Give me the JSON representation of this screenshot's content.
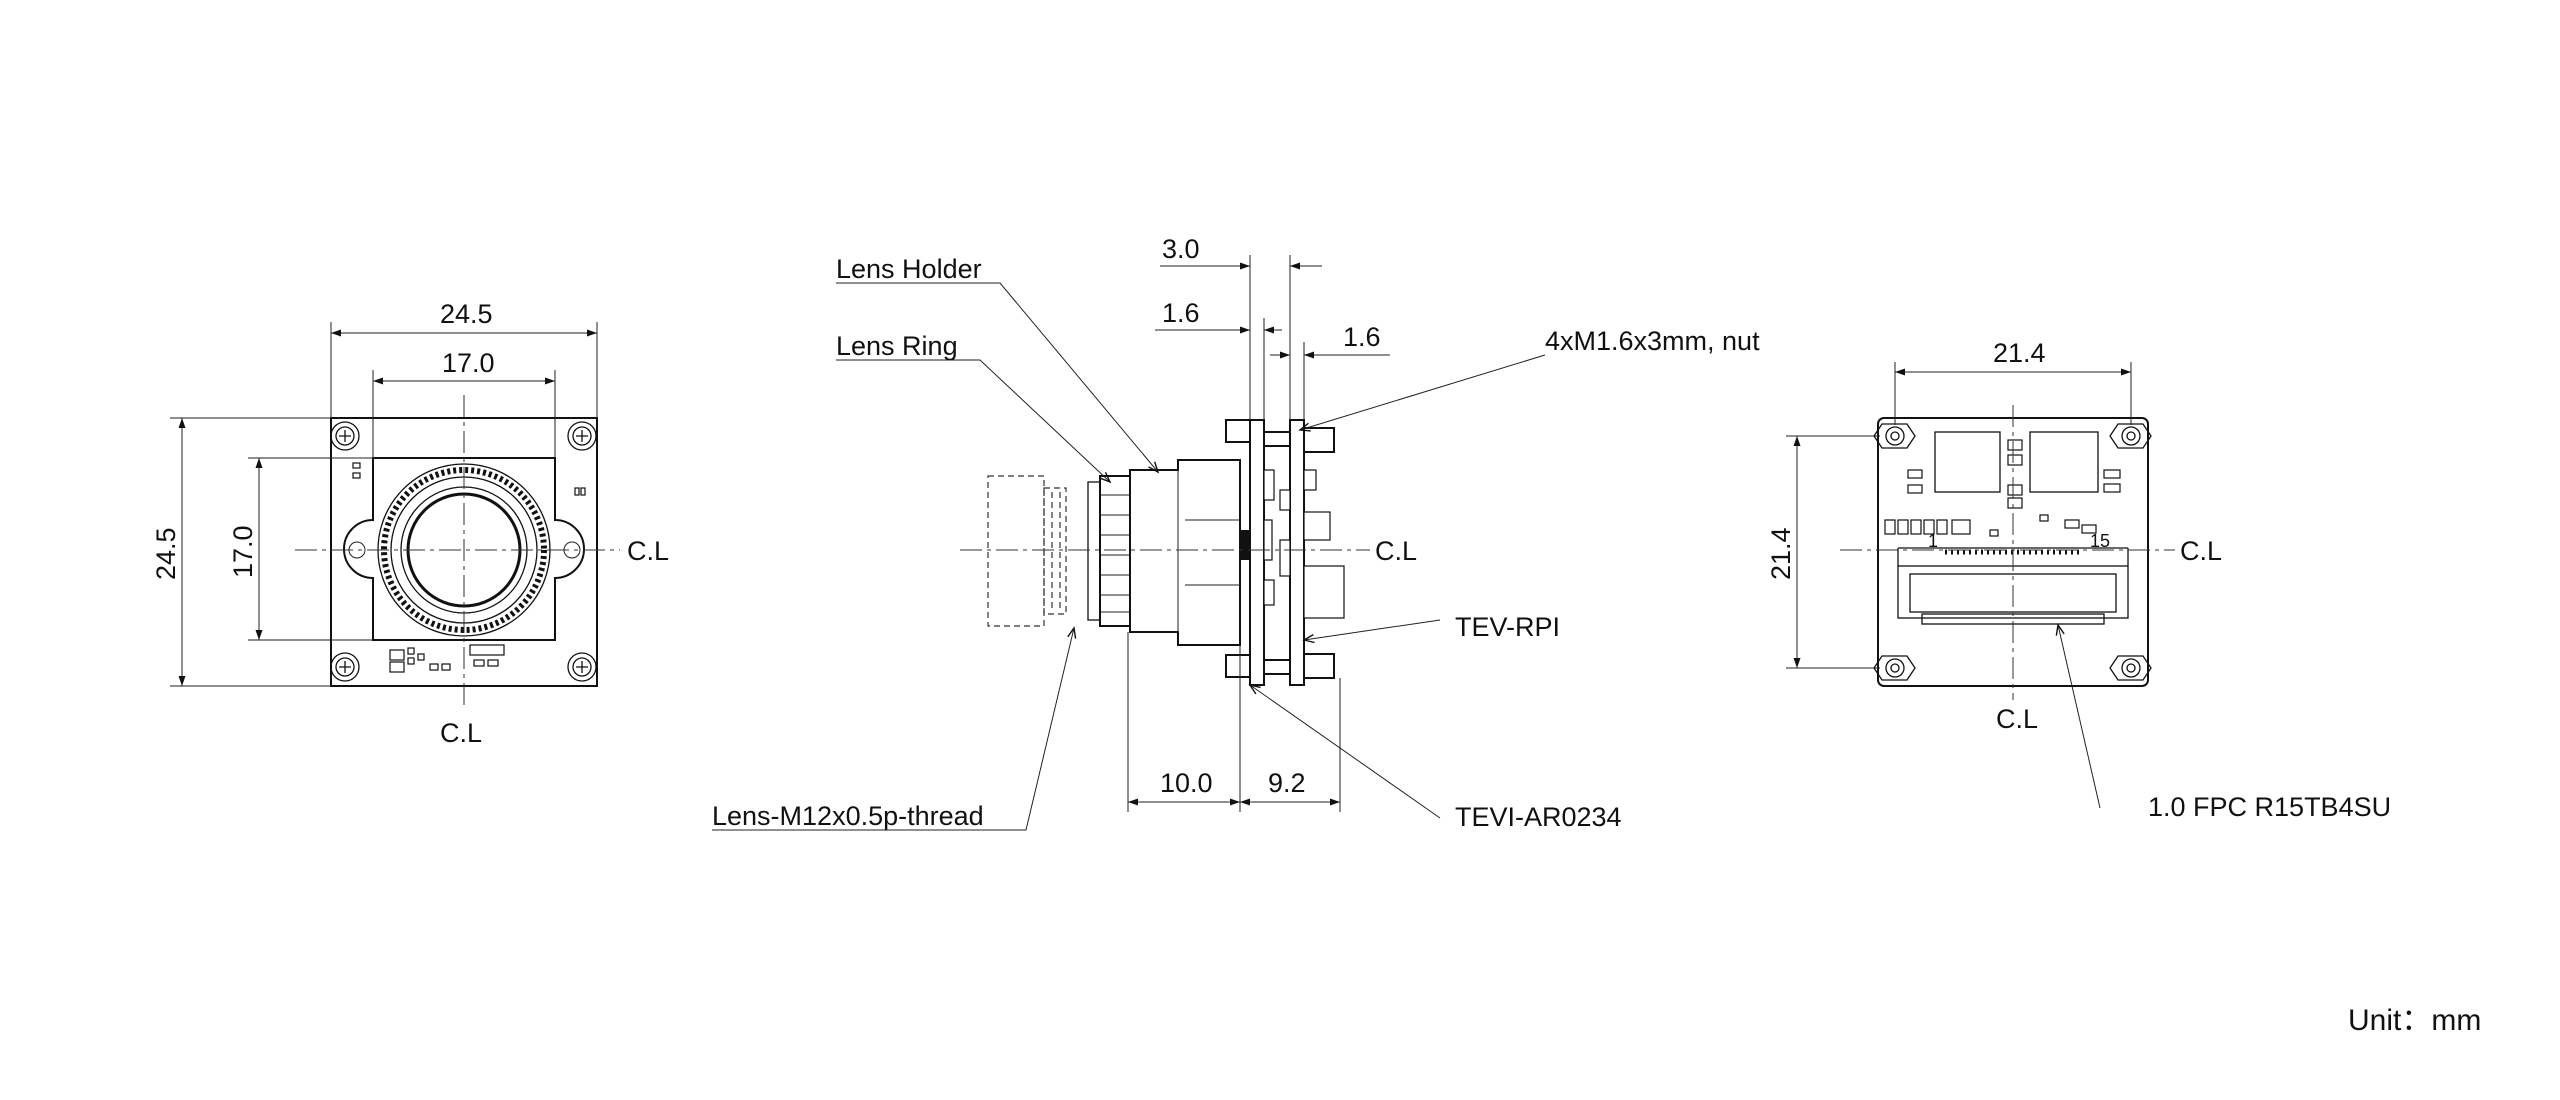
{
  "front_view": {
    "width_outer": "24.5",
    "width_inner": "17.0",
    "height_outer": "24.5",
    "height_inner": "17.0",
    "centerline_h": "C.L",
    "centerline_v": "C.L"
  },
  "side_view": {
    "dim_top": "3.0",
    "dim_left": "1.6",
    "dim_right": "1.6",
    "dim_bottom_left": "10.0",
    "dim_bottom_right": "9.2",
    "centerline": "C.L",
    "labels": {
      "lens_holder": "Lens Holder",
      "lens_ring": "Lens Ring",
      "screw": "4xM1.6x3mm, nut",
      "tev_rpi": "TEV-RPI",
      "tevi": "TEVI-AR0234",
      "lens_thread": "Lens-M12x0.5p-thread"
    }
  },
  "back_view": {
    "width": "21.4",
    "height": "21.4",
    "centerline_h": "C.L",
    "centerline_v": "C.L",
    "connector": "1.0 FPC R15TB4SU",
    "pin_first": "1",
    "pin_last": "15"
  },
  "unit": "Unit：mm"
}
